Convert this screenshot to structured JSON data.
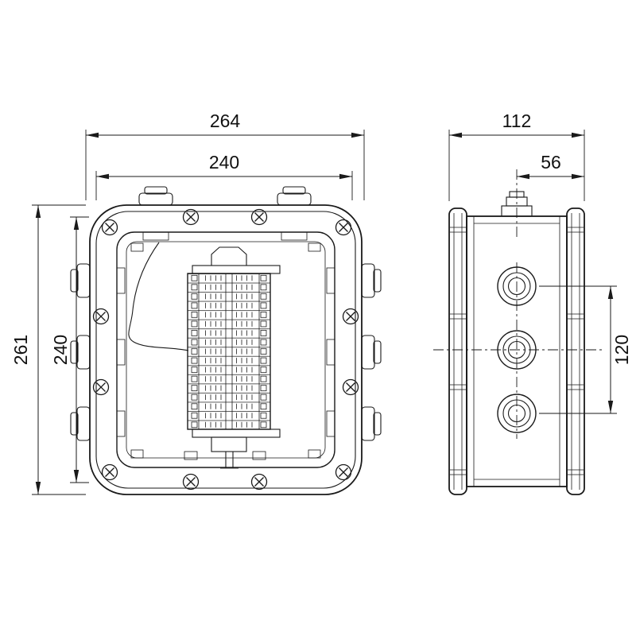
{
  "meta": {
    "type": "technical-drawing",
    "views": [
      "front-view",
      "side-view"
    ]
  },
  "colors": {
    "line": "#1a1a1a",
    "background": "#ffffff"
  },
  "dims": {
    "front_overall_width": "264",
    "front_inner_width": "240",
    "front_overall_height": "261",
    "front_inner_height": "240",
    "side_overall_width": "112",
    "side_center_to_edge": "56",
    "side_gland_spacing": "120"
  }
}
